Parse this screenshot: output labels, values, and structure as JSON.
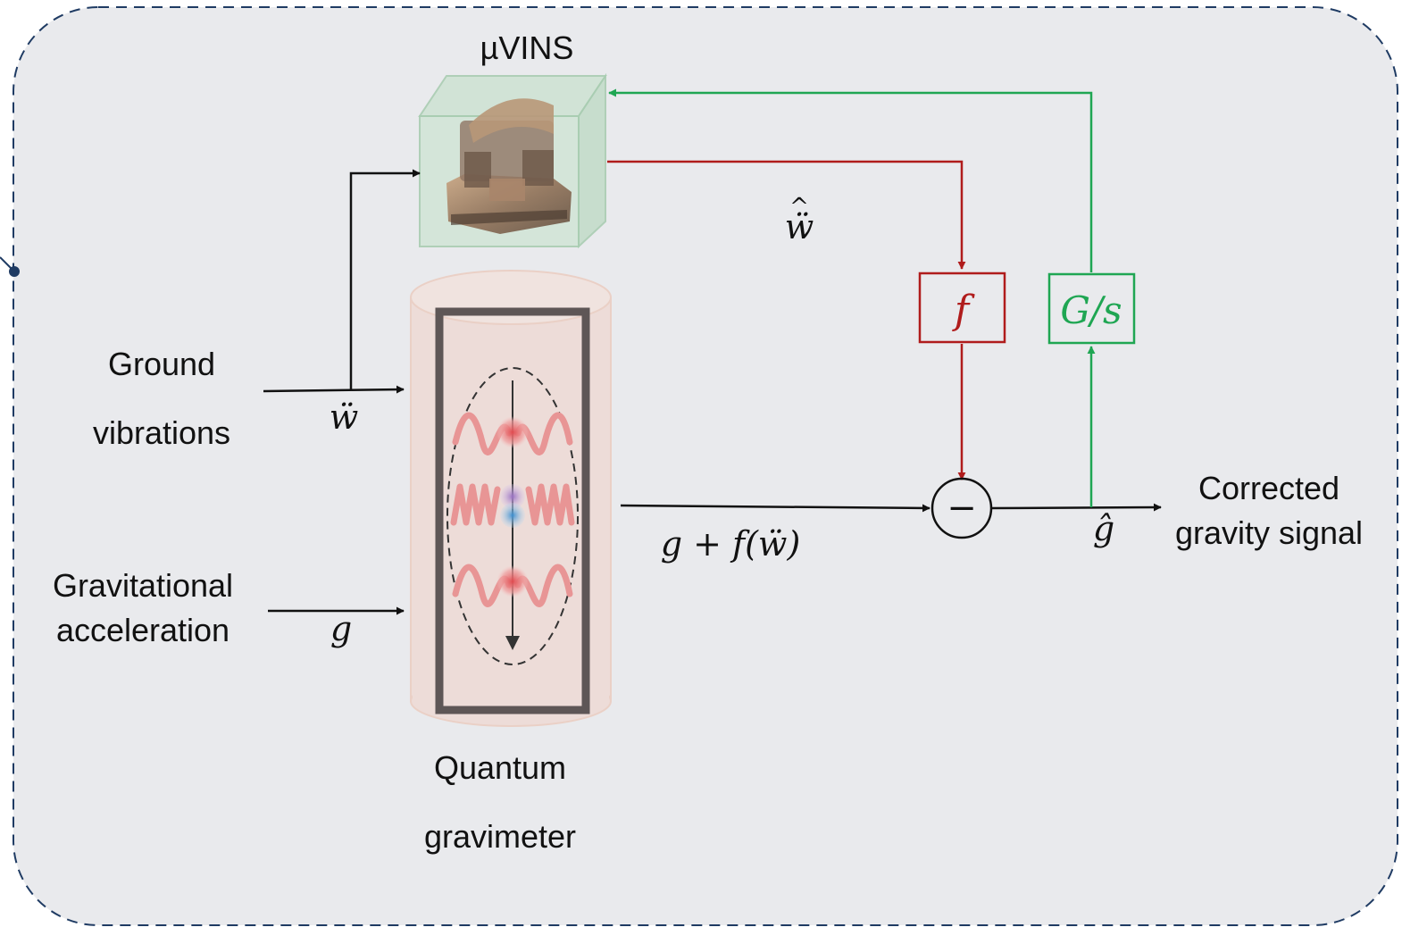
{
  "labels": {
    "uvins": "µVINS",
    "ground_line1": "Ground",
    "ground_line2": "vibrations",
    "grav_line1": "Gravitational",
    "grav_line2": "acceleration",
    "quantum_line1": "Quantum",
    "quantum_line2": "gravimeter",
    "corrected_line1": "Corrected",
    "corrected_line2": "gravity signal"
  },
  "math": {
    "w_dd": "ẅ",
    "w_dd_hat_base": "ẅ",
    "w_dd_hat_accent": "^",
    "g": "g",
    "gf_sum": "g + f(ẅ)",
    "g_hat": "ĝ",
    "f_block": "f",
    "gs_block": "G/s",
    "minus": "−"
  },
  "colors": {
    "background": "#e9eaed",
    "border": "#1f3b63",
    "arrow": "#111111",
    "red_path": "#b01c1c",
    "green_path": "#1fa653"
  },
  "icons": [
    "uvins-device-icon",
    "quantum-gravimeter-icon",
    "atom-cloud-icon",
    "summing-junction-icon"
  ]
}
